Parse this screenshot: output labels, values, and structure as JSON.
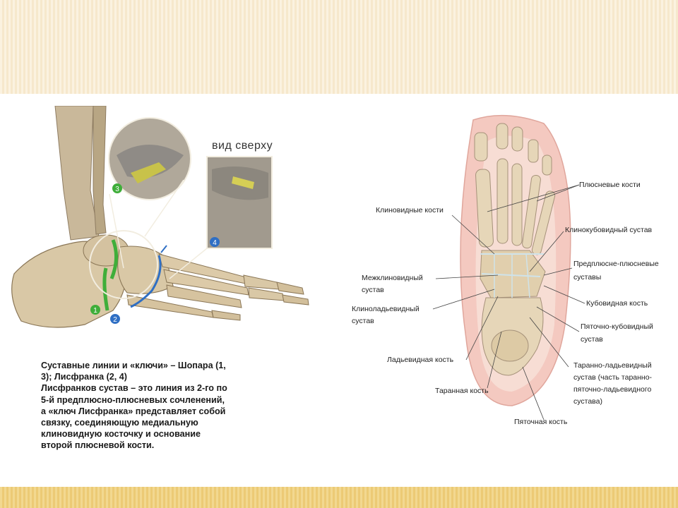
{
  "left": {
    "top_view_label": "вид сверху",
    "markers": [
      "1",
      "2",
      "3",
      "4"
    ],
    "caption_lines": [
      "Суставные линии и «ключи» – Шопара (1,",
      "3); Лисфранка (2, 4)",
      "Лисфранков сустав – это линия из 2-го по",
      "5-й предплюсно-плюсневых сочленений,",
      "а «ключ Лисфранка» представляет собой",
      "связку, соединяющую медиальную",
      "клиновидную косточку и основание",
      "второй плюсневой кости."
    ]
  },
  "right": {
    "labels": {
      "metatarsals": "Плюсневые кости",
      "cuneiforms": "Клиновидные кости",
      "cuneocuboid_joint": [
        "Клинокубовидный сустав"
      ],
      "tarsometatarsal_joints": [
        "Предплюсне-плюсневые",
        "суставы"
      ],
      "intercuneiform_joint": [
        "Межклиновидный",
        "сустав"
      ],
      "cuboid": "Кубовидная кость",
      "cuneonavicular_joint": [
        "Клиноладьевидный",
        "сустав"
      ],
      "calcaneocuboid_joint": [
        "Пяточно-кубовидный",
        "сустав"
      ],
      "navicular": "Ладьевидная кость",
      "talonavicular_joint": [
        "Таранно-ладьевидный",
        "сустав (часть таранно-",
        "пяточно-ладьевидного",
        "сустава)"
      ],
      "talus": "Таранная кость",
      "calcaneus": "Пяточная кость"
    }
  },
  "colors": {
    "top_band": "#f6e8cc",
    "bottom_band": "#ecca75",
    "joint_green": "#3fae3a",
    "joint_blue": "#2f6fc4",
    "bone": "#e6d6b8",
    "skin": "#f4c9c0"
  }
}
